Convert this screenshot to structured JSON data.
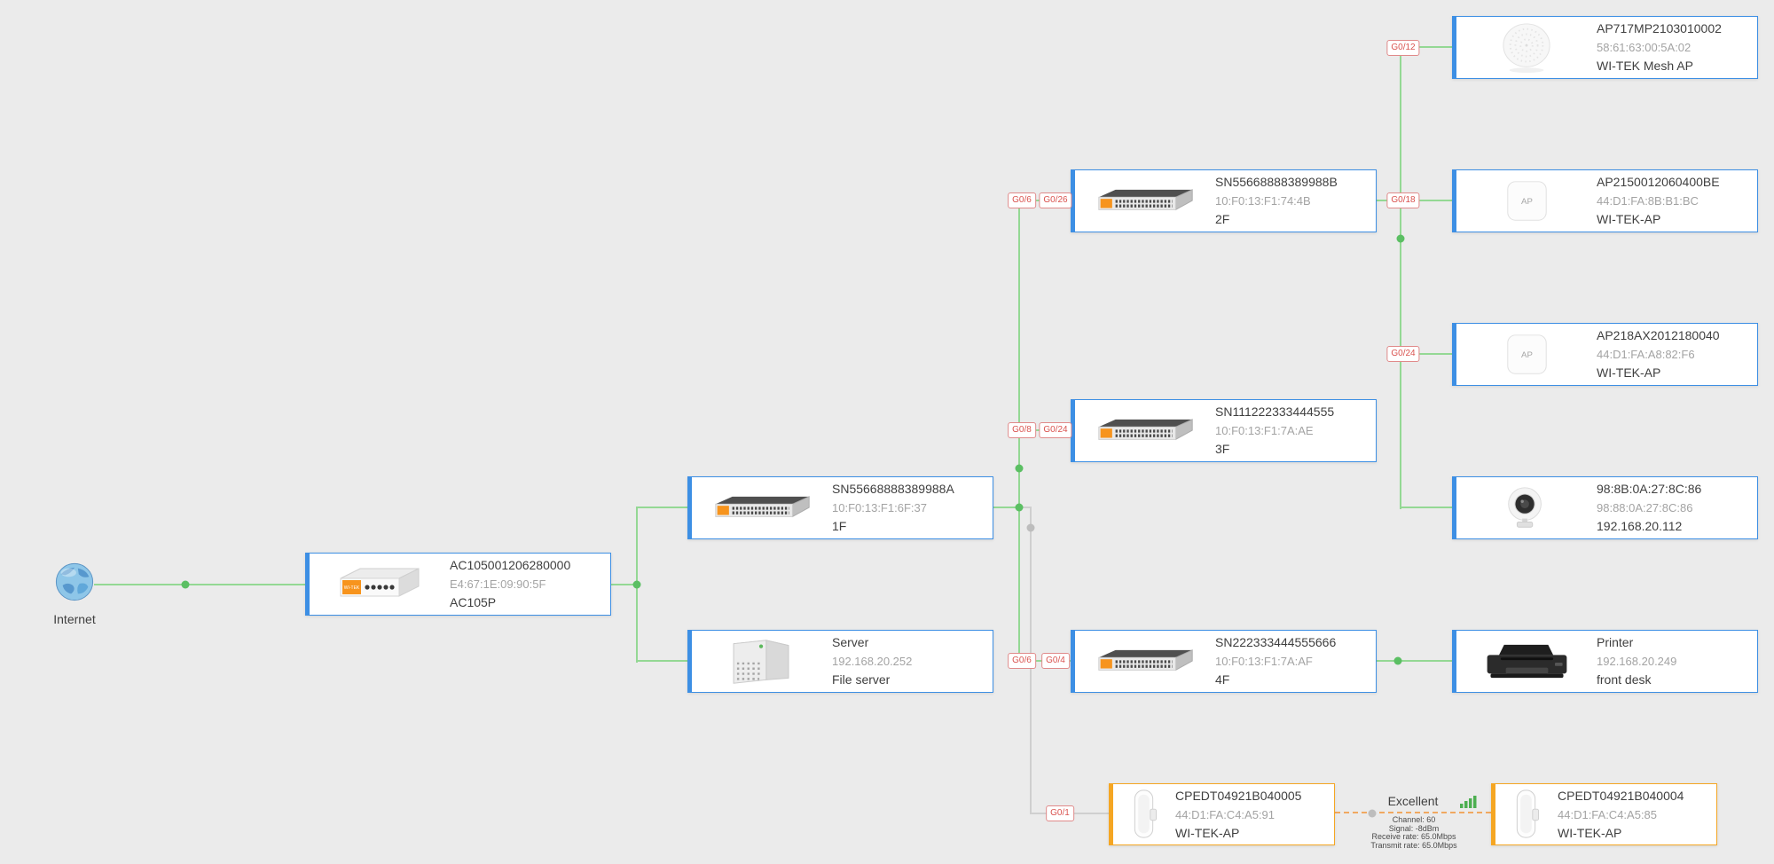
{
  "internet": {
    "label": "Internet",
    "icon": "globe-icon"
  },
  "nodes": [
    {
      "id": "ac105p",
      "name": "AC105001206280000",
      "line2": "E4:67:1E:09:90:5F",
      "line3": "AC105P",
      "icon": "router-icon",
      "accent": "#3d8fe4"
    },
    {
      "id": "switch-1f",
      "name": "SN55668888389988A",
      "line2": "10:F0:13:F1:6F:37",
      "line3": "1F",
      "icon": "switch-icon",
      "accent": "#3d8fe4"
    },
    {
      "id": "file-server",
      "name": "Server",
      "line2": "192.168.20.252",
      "line3": "File server",
      "icon": "server-icon",
      "accent": "#3d8fe4"
    },
    {
      "id": "switch-2f",
      "name": "SN55668888389988B",
      "line2": "10:F0:13:F1:74:4B",
      "line3": "2F",
      "icon": "switch-icon",
      "accent": "#3d8fe4"
    },
    {
      "id": "switch-3f",
      "name": "SN111222333444555",
      "line2": "10:F0:13:F1:7A:AE",
      "line3": "3F",
      "icon": "switch-icon",
      "accent": "#3d8fe4"
    },
    {
      "id": "switch-4f",
      "name": "SN222333444555666",
      "line2": "10:F0:13:F1:7A:AF",
      "line3": "4F",
      "icon": "switch-icon",
      "accent": "#3d8fe4"
    },
    {
      "id": "cpe-040005",
      "name": "CPEDT04921B040005",
      "line2": "44:D1:FA:C4:A5:91",
      "line3": "WI-TEK-AP",
      "icon": "cpe-icon",
      "accent": "#f5a623"
    },
    {
      "id": "cpe-040004",
      "name": "CPEDT04921B040004",
      "line2": "44:D1:FA:C4:A5:85",
      "line3": "WI-TEK-AP",
      "icon": "cpe-icon",
      "accent": "#f5a623"
    },
    {
      "id": "mesh-ap",
      "name": "AP717MP2103010002",
      "line2": "58:61:63:00:5A:02",
      "line3": "WI-TEK Mesh AP",
      "icon": "mesh-ap-icon",
      "accent": "#3d8fe4"
    },
    {
      "id": "ap2150",
      "name": "AP2150012060400BE",
      "line2": "44:D1:FA:8B:B1:BC",
      "line3": "WI-TEK-AP",
      "icon": "ap-icon",
      "accent": "#3d8fe4"
    },
    {
      "id": "ap218ax",
      "name": "AP218AX2012180040",
      "line2": "44:D1:FA:A8:82:F6",
      "line3": "WI-TEK-AP",
      "icon": "ap-icon",
      "accent": "#3d8fe4"
    },
    {
      "id": "camera",
      "name": "98:8B:0A:27:8C:86",
      "line2": "98:88:0A:27:8C:86",
      "line3": "192.168.20.112",
      "icon": "camera-icon",
      "accent": "#3d8fe4"
    },
    {
      "id": "printer",
      "name": "Printer",
      "line2": "192.168.20.249",
      "line3": "front desk",
      "icon": "printer-icon",
      "accent": "#3d8fe4"
    }
  ],
  "ports": [
    "G0/12",
    "G0/6",
    "G0/26",
    "G0/18",
    "G0/24",
    "G0/8",
    "G0/24",
    "G0/6",
    "G0/4",
    "G0/1"
  ],
  "wireless_link": {
    "quality": "Excellent",
    "details": [
      "Channel: 60",
      "Signal: -8dBm",
      "Receive rate: 65.0Mbps",
      "Transmit rate: 65.0Mbps"
    ],
    "icon": "signal-strength-icon"
  },
  "colors": {
    "background": "#ebebeb",
    "link_up_green": "#94d894",
    "link_down_gray": "#cfcfcf",
    "wireless_orange": "#f0a860",
    "card_border_blue": "#3d8fe4",
    "card_border_orange": "#f5a623",
    "port_badge_red": "#d9534f",
    "junction_dot_green": "#5bbf63",
    "signal_bars_green": "#4caf50"
  }
}
